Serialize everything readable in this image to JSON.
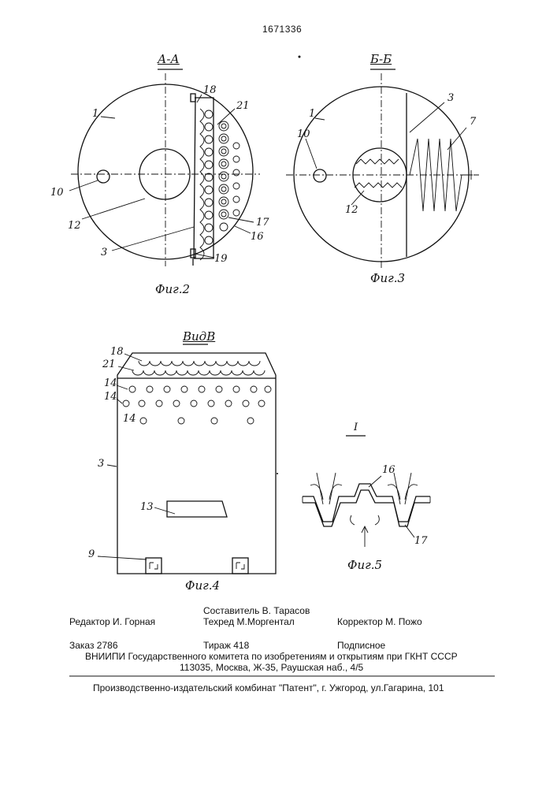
{
  "patent_number": "1671336",
  "figures": {
    "fig2": {
      "caption": "Фиг.2",
      "section": "А-А",
      "labels": [
        "1",
        "18",
        "21",
        "10",
        "12",
        "3",
        "17",
        "16",
        "19"
      ]
    },
    "fig3": {
      "caption": "Фиг.3",
      "section": "Б-Б",
      "labels": [
        "1",
        "3",
        "7",
        "10",
        "12"
      ]
    },
    "fig4": {
      "caption": "Фиг.4",
      "view": "ВидВ",
      "labels": [
        "18",
        "21",
        "14",
        "14",
        "14",
        "3",
        "13",
        "9"
      ]
    },
    "fig5": {
      "caption": "Фиг.5",
      "detail": "I",
      "labels": [
        "16",
        "17"
      ]
    }
  },
  "imprint": {
    "editor": "Редактор И. Горная",
    "compiler": "Составитель В. Тарасов",
    "techred": "Техред М.Моргентал",
    "corrector": "Корректор  М. Пожо",
    "order": "Заказ  2786",
    "circulation": "Тираж 418",
    "subscription": "Подписное",
    "institute": "ВНИИПИ Государственного комитета по изобретениям и открытиям при ГКНТ СССР",
    "address": "113035, Москва, Ж-35, Раушская наб., 4/5",
    "publisher": "Производственно-издательский комбинат \"Патент\", г. Ужгород, ул.Гагарина, 101"
  }
}
